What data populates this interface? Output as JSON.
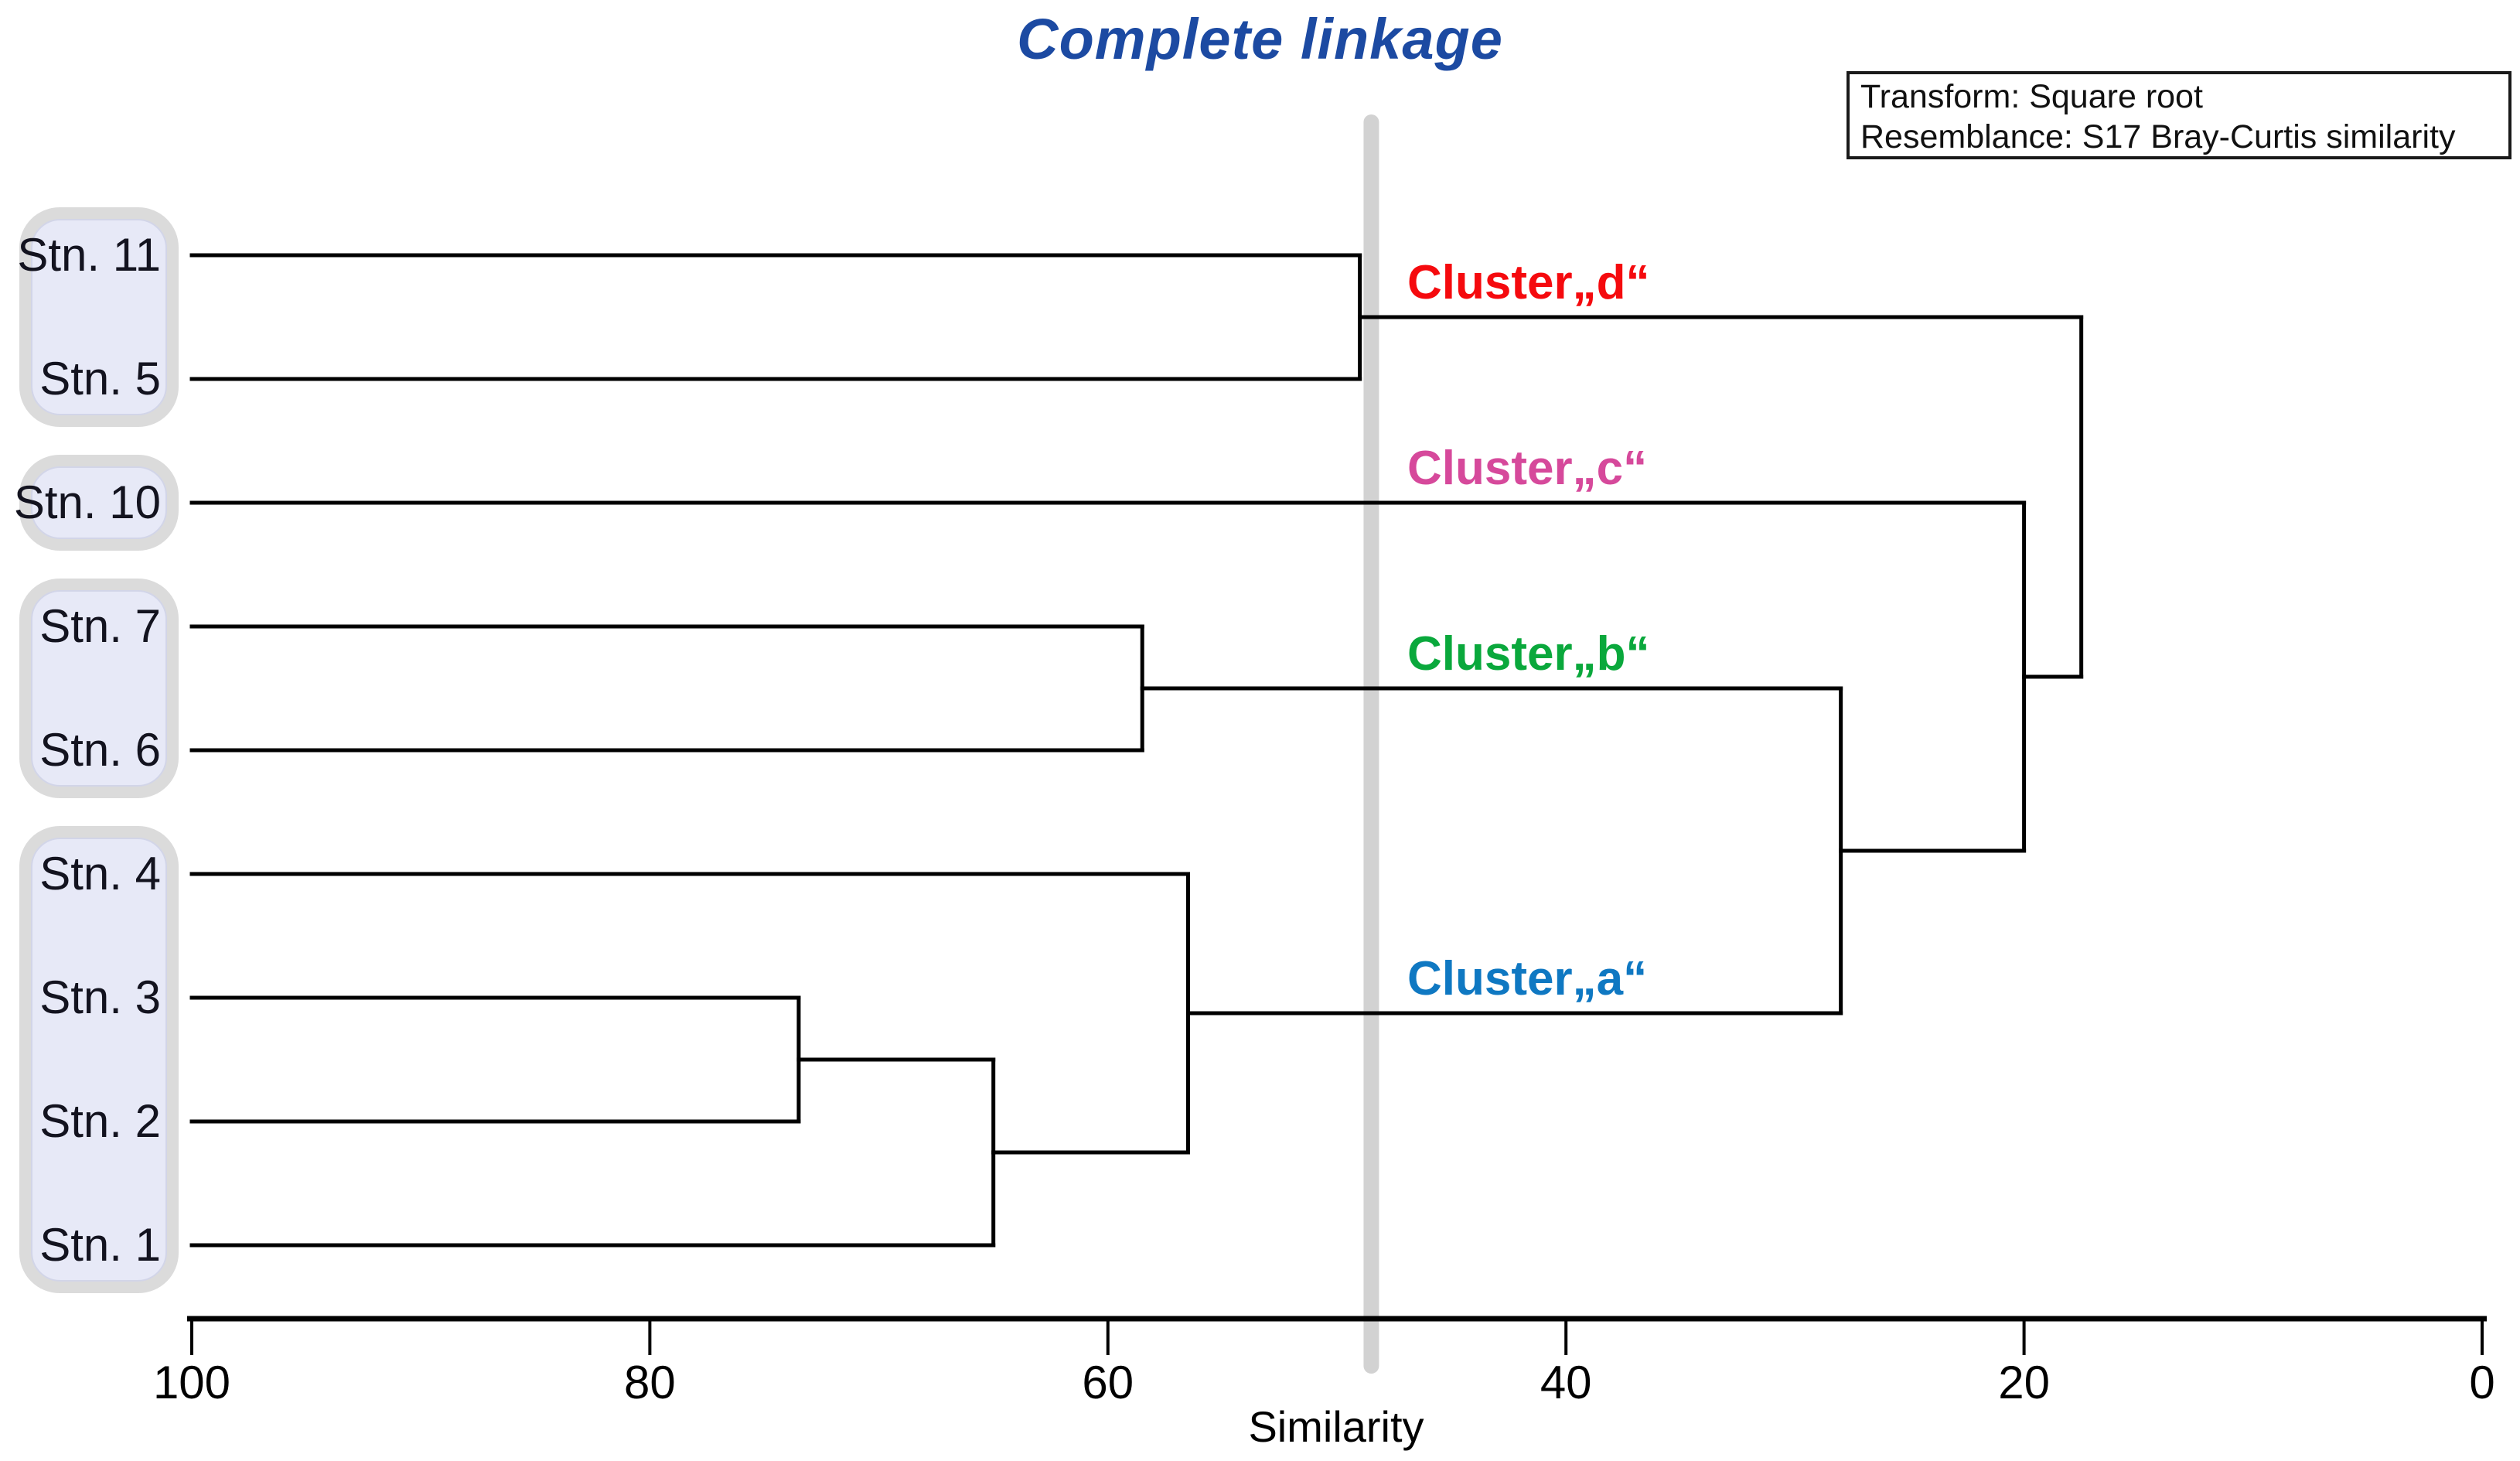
{
  "title": {
    "text": "Complete linkage",
    "color": "#1c4aa2"
  },
  "info_box": {
    "lines": [
      "Transform: Square root",
      "Resemblance: S17 Bray-Curtis similarity"
    ]
  },
  "station_groups": [
    {
      "stations": [
        "Stn. 11",
        "Stn. 5"
      ]
    },
    {
      "stations": [
        "Stn. 10"
      ]
    },
    {
      "stations": [
        "Stn. 7",
        "Stn. 6"
      ]
    },
    {
      "stations": [
        "Stn. 4",
        "Stn. 3",
        "Stn. 2",
        "Stn. 1"
      ]
    }
  ],
  "axis": {
    "label": "Similarity",
    "ticks": [
      100,
      80,
      60,
      40,
      20,
      0
    ]
  },
  "cluster_labels": [
    {
      "letter": "d",
      "text": "Cluster„d“",
      "color": "#f50a0e",
      "anchor": "m_11_5"
    },
    {
      "letter": "c",
      "text": "Cluster„c“",
      "color": "#d6499b",
      "anchor": "Stn. 10"
    },
    {
      "letter": "b",
      "text": "Cluster„b“",
      "color": "#0aa83c",
      "anchor": "m_7_6"
    },
    {
      "letter": "a",
      "text": "Cluster„a“",
      "color": "#0f78c2",
      "anchor": "m_a"
    }
  ],
  "threshold_line": {
    "similarity": 48.5,
    "color": "#d2d2d2"
  },
  "chart_data": {
    "type": "dendrogram",
    "orientation": "horizontal",
    "title": "Complete linkage",
    "xlabel": "Similarity",
    "xlim": [
      100,
      0
    ],
    "x_ticks": [
      100,
      80,
      60,
      40,
      20,
      0
    ],
    "leaves": [
      "Stn. 11",
      "Stn. 5",
      "Stn. 10",
      "Stn. 7",
      "Stn. 6",
      "Stn. 4",
      "Stn. 3",
      "Stn. 2",
      "Stn. 1"
    ],
    "merges": [
      {
        "id": "m_3_2",
        "children": [
          "Stn. 3",
          "Stn. 2"
        ],
        "similarity": 73.5
      },
      {
        "id": "m_3_2_1",
        "children": [
          "m_3_2",
          "Stn. 1"
        ],
        "similarity": 65
      },
      {
        "id": "m_a",
        "children": [
          "Stn. 4",
          "m_3_2_1"
        ],
        "similarity": 56.5
      },
      {
        "id": "m_7_6",
        "children": [
          "Stn. 7",
          "Stn. 6"
        ],
        "similarity": 58.5
      },
      {
        "id": "m_11_5",
        "children": [
          "Stn. 11",
          "Stn. 5"
        ],
        "similarity": 49
      },
      {
        "id": "m_b_a",
        "children": [
          "m_7_6",
          "m_a"
        ],
        "similarity": 28
      },
      {
        "id": "m_c_ba",
        "children": [
          "Stn. 10",
          "m_b_a"
        ],
        "similarity": 20
      },
      {
        "id": "m_root",
        "children": [
          "m_11_5",
          "m_c_ba"
        ],
        "similarity": 17.5
      }
    ],
    "cluster_cut_similarity": 48.5
  }
}
